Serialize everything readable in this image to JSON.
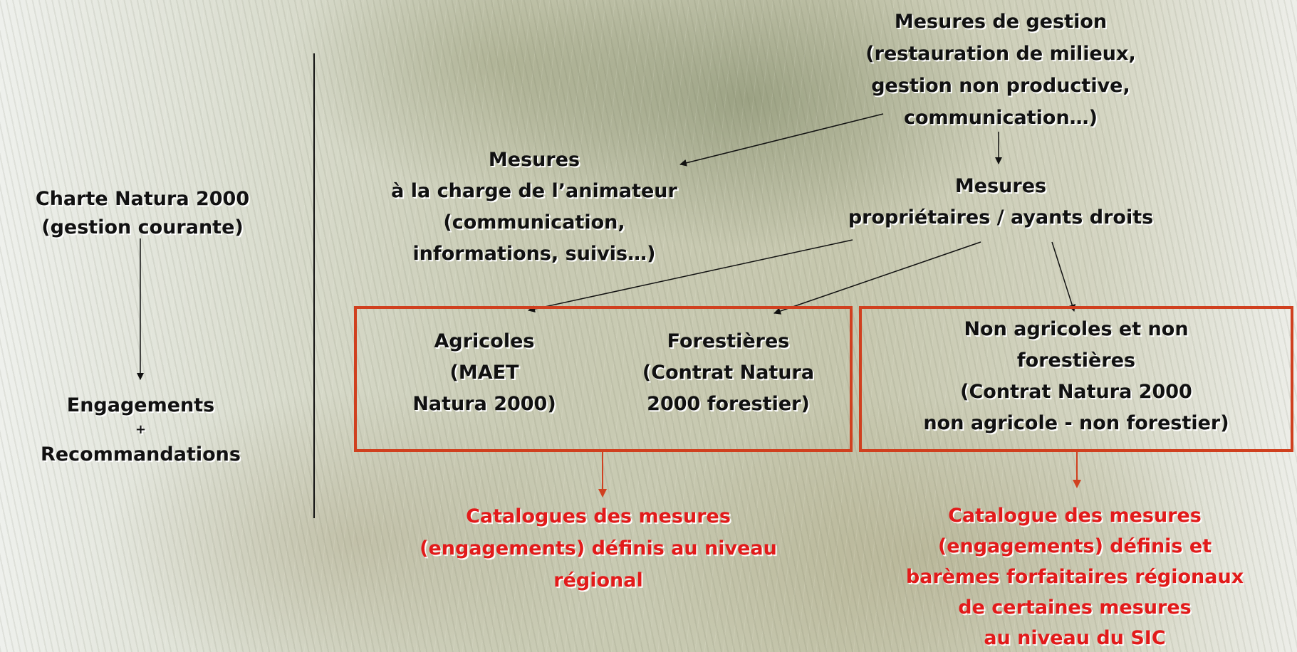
{
  "left": {
    "charte": [
      "Charte Natura 2000",
      "(gestion courante)"
    ],
    "engagements": [
      "Engagements",
      "+",
      "Recommandations"
    ]
  },
  "top": [
    "Mesures de gestion",
    "(restauration de milieux,",
    "gestion non productive,",
    "communication…)"
  ],
  "animateur": [
    "Mesures",
    "à la charge de l’animateur",
    "(communication,",
    "informations, suivis…)"
  ],
  "proprietaires": [
    "Mesures",
    "propriétaires / ayants droits"
  ],
  "agricoles": [
    "Agricoles",
    "(MAET",
    "Natura 2000)"
  ],
  "forestieres": [
    "Forestières",
    "(Contrat Natura",
    "2000 forestier)"
  ],
  "non_agricoles": [
    "Non agricoles et non",
    "forestières",
    "(Contrat Natura 2000",
    "non agricole - non forestier)"
  ],
  "catalogue_regional": [
    "Catalogues des mesures",
    "(engagements) définis au niveau",
    "régional"
  ],
  "catalogue_sic": [
    "Catalogue des mesures",
    "(engagements) définis et",
    "barèmes forfaitaires régionaux",
    "de certaines mesures",
    "au niveau du SIC"
  ],
  "colors": {
    "text": "#111111",
    "highlight": "#e21a1a",
    "box_border": "#d0401f",
    "connector": "#111111"
  }
}
